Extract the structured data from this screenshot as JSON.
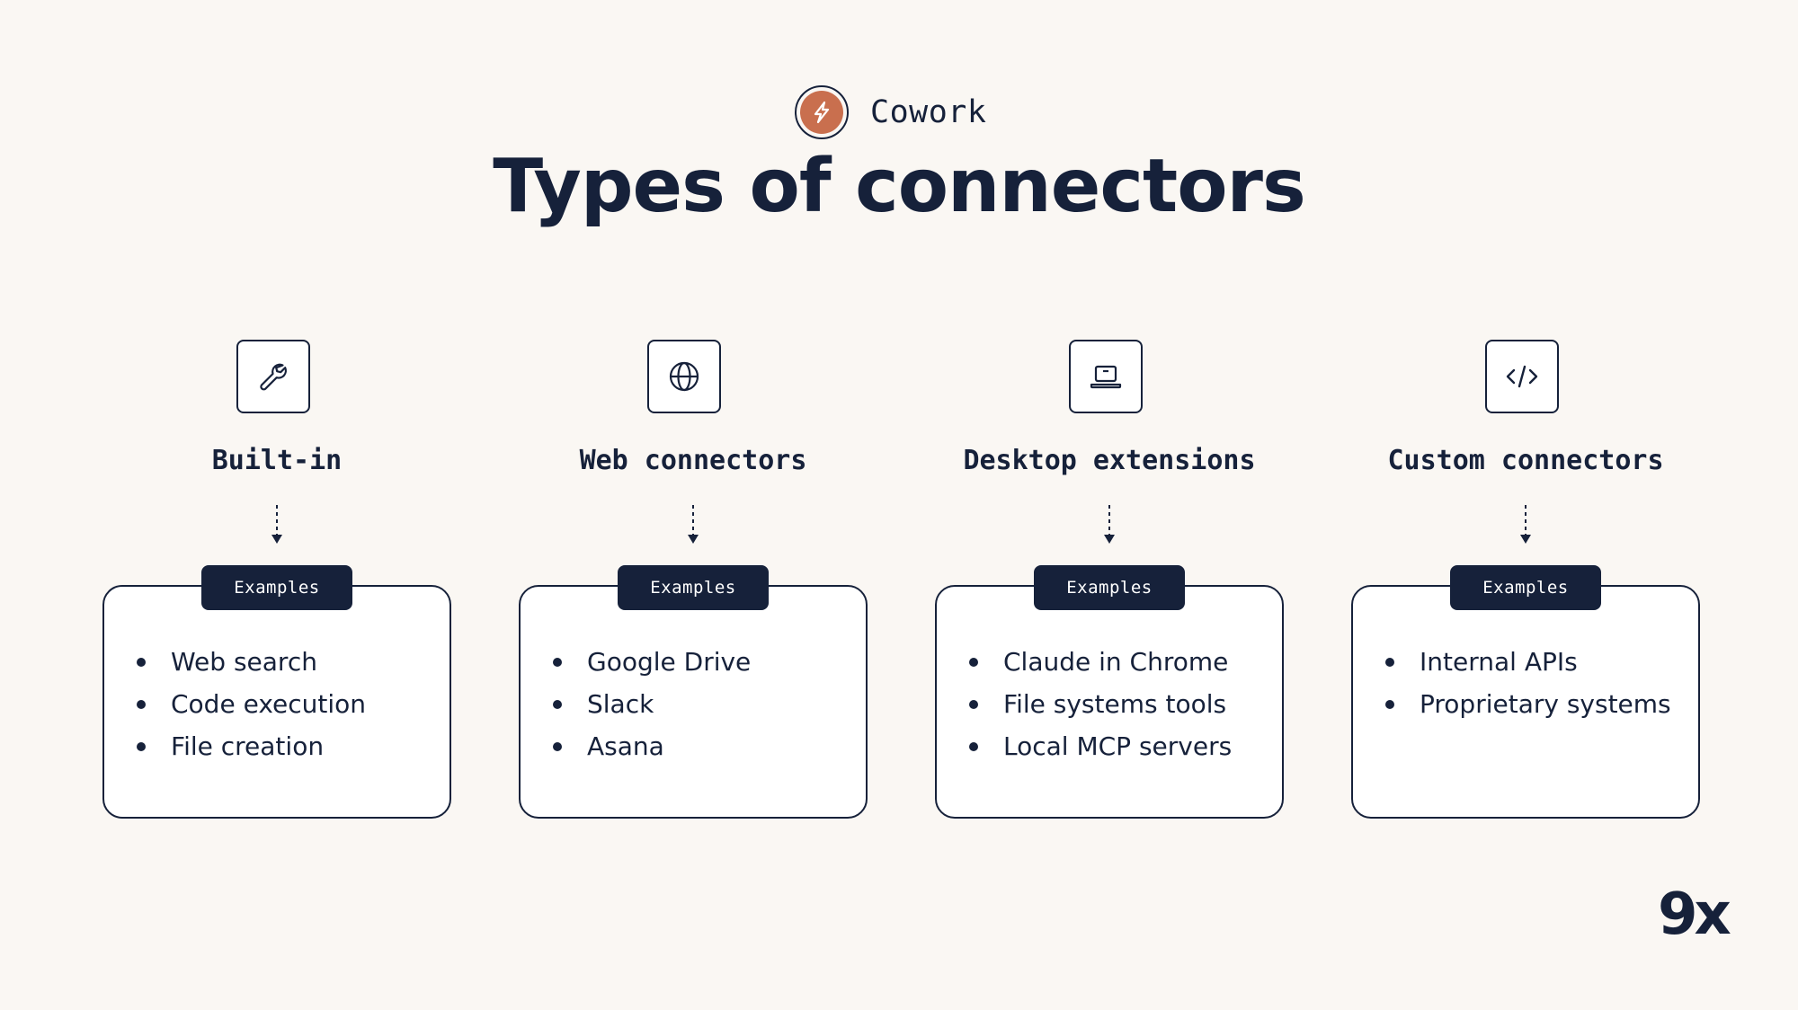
{
  "brand": {
    "name": "Cowork",
    "logo_color": "#c96f4e"
  },
  "title": "Types of connectors",
  "columns": [
    {
      "icon": "wrench-icon",
      "label": "Built-in",
      "badge": "Examples",
      "items": [
        "Web search",
        "Code execution",
        "File creation"
      ]
    },
    {
      "icon": "globe-icon",
      "label": "Web connectors",
      "badge": "Examples",
      "items": [
        "Google Drive",
        "Slack",
        "Asana"
      ]
    },
    {
      "icon": "laptop-icon",
      "label": "Desktop extensions",
      "badge": "Examples",
      "items": [
        "Claude in Chrome",
        "File systems tools",
        "Local MCP servers"
      ]
    },
    {
      "icon": "code-icon",
      "label": "Custom connectors",
      "badge": "Examples",
      "items": [
        "Internal APIs",
        "Proprietary systems"
      ]
    }
  ],
  "corner_logo": "9x",
  "colors": {
    "background": "#faf7f3",
    "ink": "#16213a",
    "accent": "#c96f4e"
  }
}
